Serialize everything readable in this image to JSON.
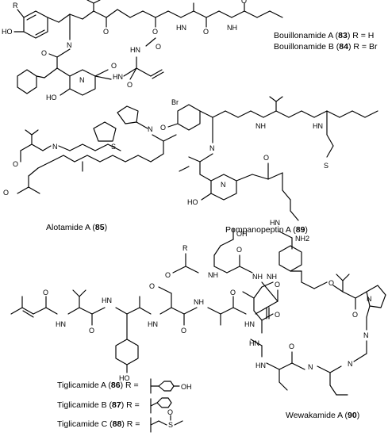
{
  "compounds": {
    "bouillonamide": {
      "line_a": {
        "name": "Bouillonamide A (",
        "num": "83",
        "tail": ")  R = H"
      },
      "line_b": {
        "name": "Bouillonamide B (",
        "num": "84",
        "tail": ")  R = Br"
      }
    },
    "alotamide": {
      "name": "Alotamide A (",
      "num": "85",
      "tail": ")"
    },
    "pompanopeptin": {
      "name": "Pompanopeptin A (",
      "num": "89",
      "tail": ")"
    },
    "tiglicamide": {
      "a": {
        "name": "Tiglicamide A (",
        "num": "86",
        "tail": ")  R ="
      },
      "b": {
        "name": "Tiglicamide B (",
        "num": "87",
        "tail": ")  R ="
      },
      "c": {
        "name": "Tiglicamide C (",
        "num": "88",
        "tail": ")  R ="
      }
    },
    "wewakamide": {
      "name": "Wewakamide A (",
      "num": "90",
      "tail": ")"
    }
  },
  "atoms": {
    "r": "R",
    "ho": "HO",
    "hn": "HN",
    "nh": "NH",
    "n": "N",
    "o": "O",
    "oh": "OH",
    "s": "S",
    "br": "Br",
    "nh2": "NH2",
    "h": "H"
  }
}
